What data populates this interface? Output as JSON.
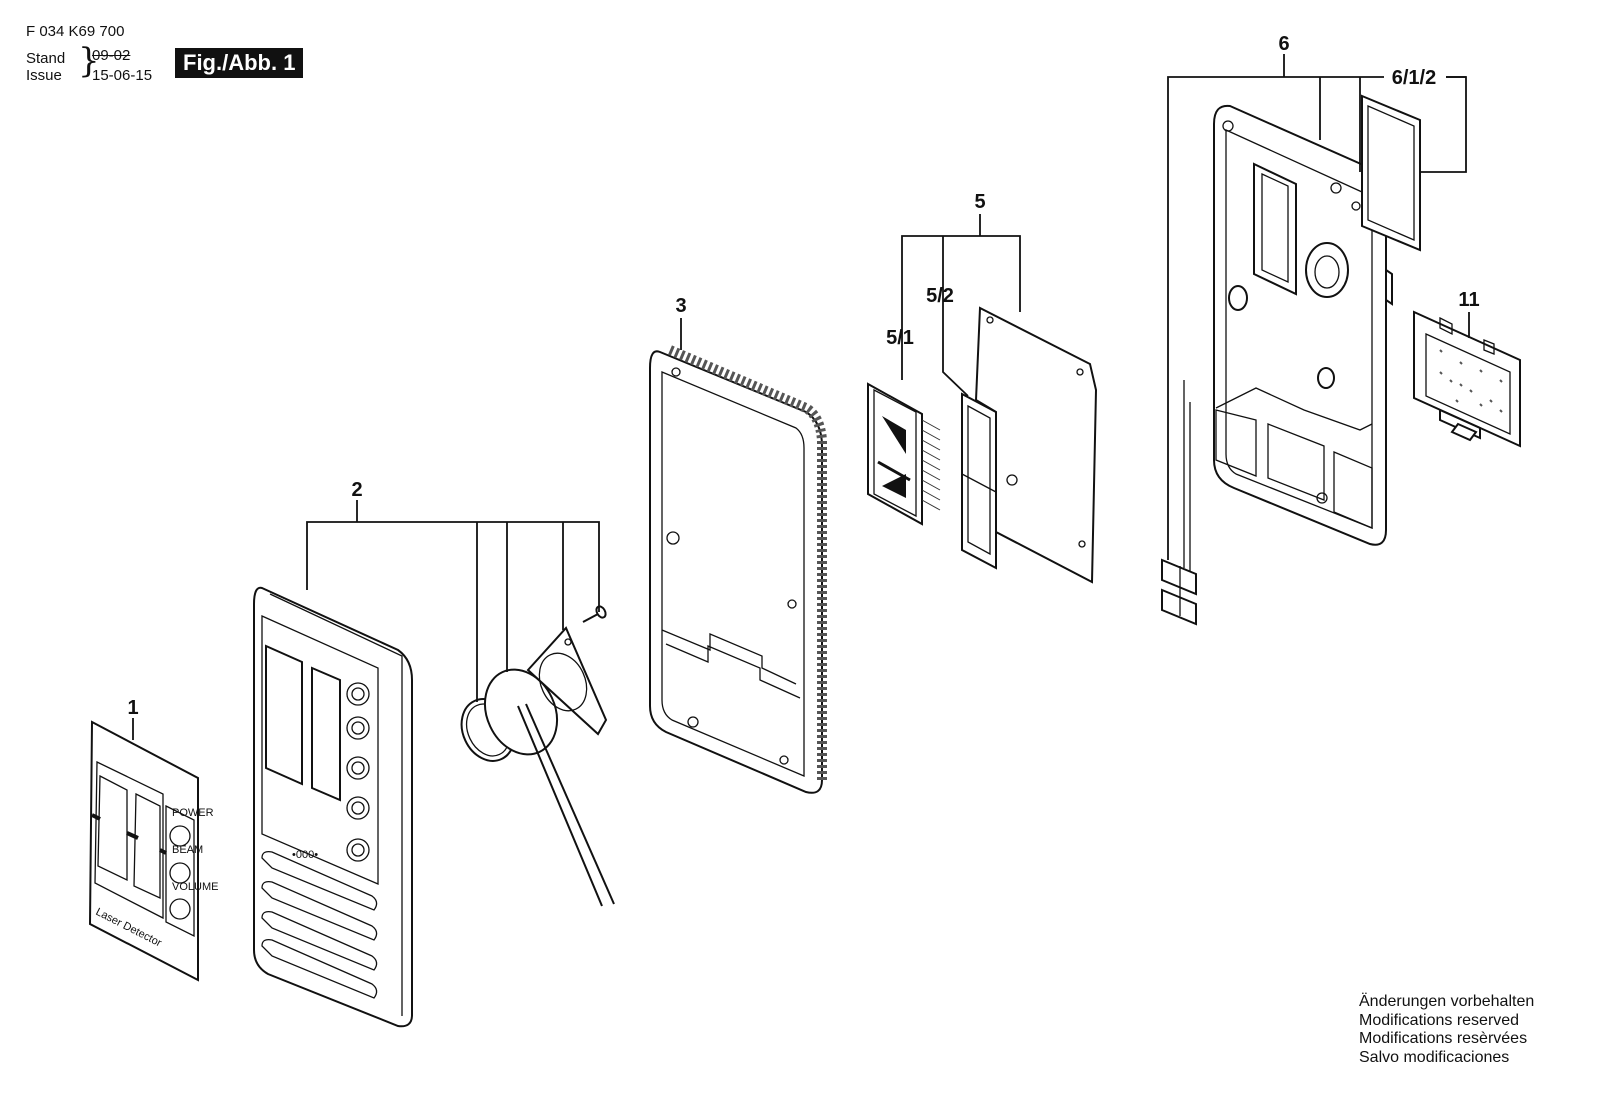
{
  "header": {
    "part_number": "F 034 K69 700",
    "stand_label": "Stand",
    "issue_label": "Issue",
    "old_date": "09-02",
    "issue_date": "15-06-15",
    "figure_tag": "Fig./Abb. 1"
  },
  "callouts": {
    "c1": "1",
    "c2": "2",
    "c3": "3",
    "c5": "5",
    "c5_1": "5/1",
    "c5_2": "5/2",
    "c6": "6",
    "c6_1_2": "6/1/2",
    "c11": "11"
  },
  "label_text": {
    "laser_detector": "Laser Detector",
    "button_power": "POWER",
    "button_beam": "BEAM",
    "button_volume": "VOLUME",
    "display_mark": "•000•"
  },
  "footer": {
    "line1": "Änderungen vorbehalten",
    "line2": "Modifications reserved",
    "line3": "Modifications resèrvées",
    "line4": "Salvo modificaciones"
  }
}
